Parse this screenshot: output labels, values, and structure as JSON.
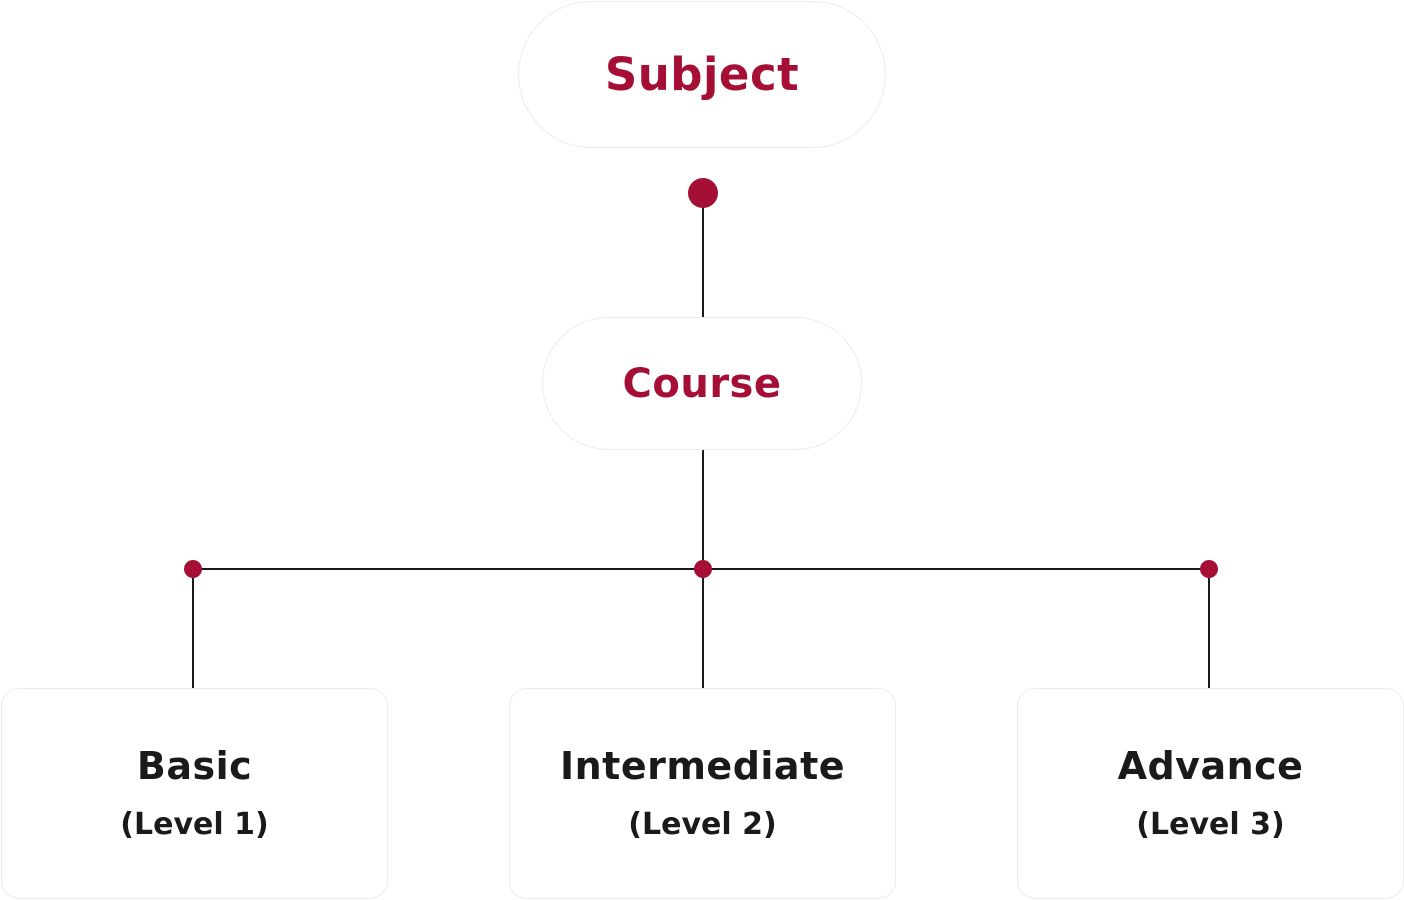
{
  "colors": {
    "accent": "#a50f35",
    "line": "#1a1a1a",
    "text": "#1a1a1a",
    "border": "#ececec"
  },
  "nodes": {
    "subject": {
      "label": "Subject"
    },
    "course": {
      "label": "Course"
    },
    "levels": [
      {
        "title": "Basic",
        "subtitle": "(Level 1)"
      },
      {
        "title": "Intermediate",
        "subtitle": "(Level 2)"
      },
      {
        "title": "Advance",
        "subtitle": "(Level 3)"
      }
    ]
  }
}
